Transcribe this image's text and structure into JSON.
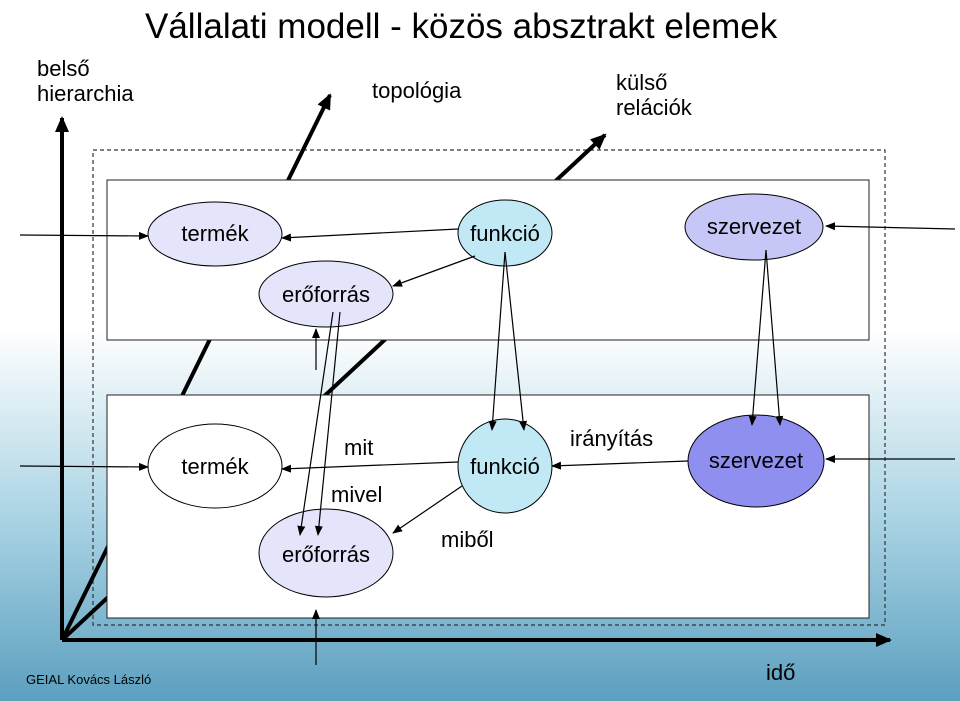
{
  "title": "Vállalati modell - közös absztrakt elemek",
  "axis_labels": {
    "inner_hierarchy_line1": "belső",
    "inner_hierarchy_line2": "hierarchia",
    "topology": "topológia",
    "external_relations_line1": "külső",
    "external_relations_line2": "relációk",
    "time": "idő"
  },
  "upper_layer": {
    "product": "termék",
    "function": "funkció",
    "organization": "szervezet",
    "resource": "erőforrás"
  },
  "lower_layer": {
    "product": "termék",
    "function": "funkció",
    "organization": "szervezet",
    "resource": "erőforrás",
    "what": "mit",
    "with_what": "mivel",
    "from_what": "miből",
    "control": "irányítás"
  },
  "footer": "GEIAL Kovács László",
  "colors": {
    "ellipse_light": "#e4e4fb",
    "ellipse_medium": "#c7c7f7",
    "ellipse_dark": "#8f8ff0",
    "function_ellipse": "#c0e8f5"
  }
}
